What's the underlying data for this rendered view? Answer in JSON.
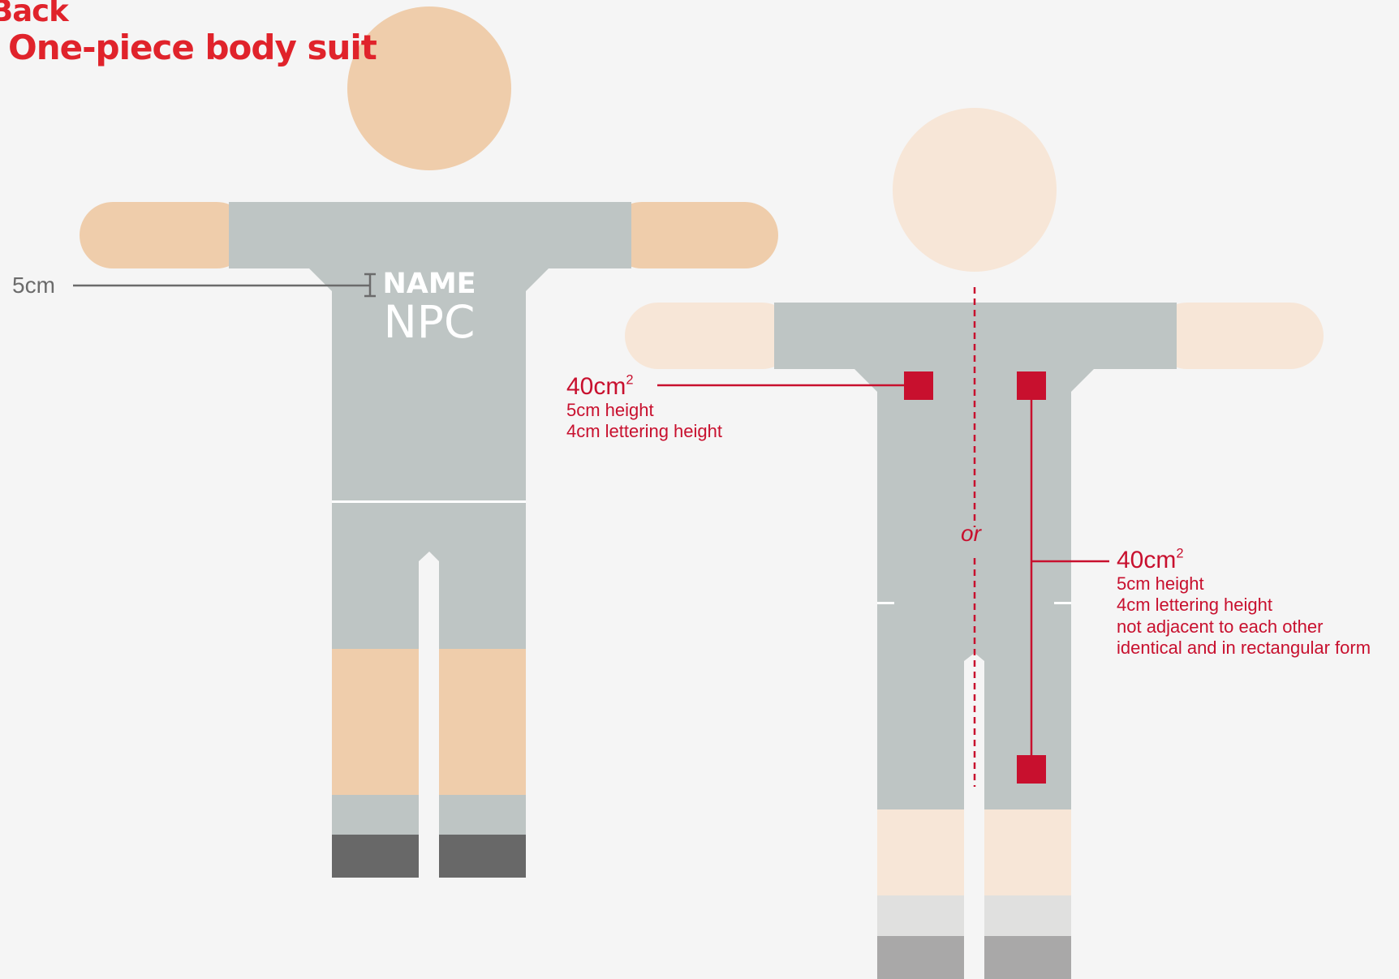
{
  "title": {
    "line1": "Back",
    "line2": "One-piece body suit"
  },
  "left_figure": {
    "name_label": "NAME",
    "country_code": "NPC",
    "dimension_label": "5cm"
  },
  "right_figure": {
    "separator_word": "or",
    "option_a": {
      "area": "40cm",
      "area_unit_power": "2",
      "lines": [
        "5cm height",
        "4cm lettering height"
      ]
    },
    "option_b": {
      "area": "40cm",
      "area_unit_power": "2",
      "lines": [
        "5cm height",
        "4cm lettering height",
        "not adjacent to each other",
        "identical and in rectangular form"
      ]
    }
  },
  "colors": {
    "background": "#f5f5f5",
    "title_red": "#e0232b",
    "annotation_red": "#c8102e",
    "suit_grey": "#bec5c4",
    "skin": "#efcdab",
    "skin_light": "#f7e6d7",
    "shoe_dark": "#686868",
    "shoe_light": "#a9a8a8",
    "sock_light": "#e0e0df",
    "dimension_grey": "#6b6b6b"
  }
}
